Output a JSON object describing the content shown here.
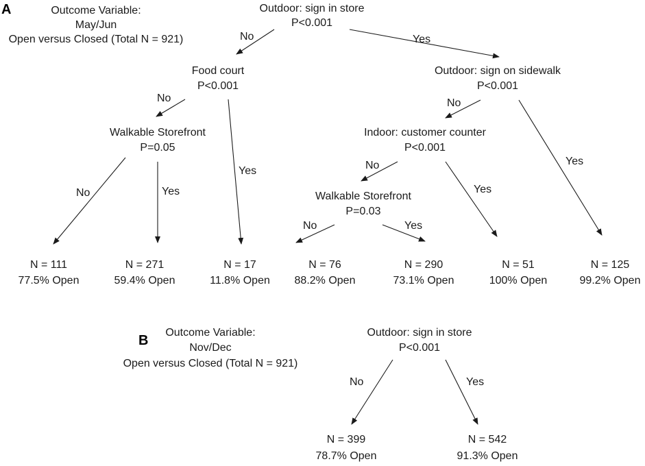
{
  "panel_a": {
    "letter": "A",
    "outcome": {
      "line1": "Outcome Variable:",
      "line2": "May/Jun",
      "line3": "Open versus Closed (Total N = 921)"
    },
    "nodes": {
      "root": {
        "name": "Outdoor: sign in store",
        "p": "P<0.001"
      },
      "food_court": {
        "name": "Food court",
        "p": "P<0.001"
      },
      "sign_sidewalk": {
        "name": "Outdoor: sign on sidewalk",
        "p": "P<0.001"
      },
      "walkable_1": {
        "name": "Walkable Storefront",
        "p": "P=0.05"
      },
      "customer_counter": {
        "name": "Indoor: customer counter",
        "p": "P<0.001"
      },
      "walkable_2": {
        "name": "Walkable Storefront",
        "p": "P=0.03"
      }
    },
    "edge_labels": {
      "root_no": "No",
      "root_yes": "Yes",
      "food_no": "No",
      "food_yes": "Yes",
      "sidewalk_no": "No",
      "sidewalk_yes": "Yes",
      "walk1_no": "No",
      "walk1_yes": "Yes",
      "counter_no": "No",
      "counter_yes": "Yes",
      "walk2_no": "No",
      "walk2_yes": "Yes"
    },
    "leaves": [
      {
        "n": "N = 111",
        "pct": "77.5% Open"
      },
      {
        "n": "N = 271",
        "pct": "59.4% Open"
      },
      {
        "n": "N = 17",
        "pct": "11.8% Open"
      },
      {
        "n": "N = 76",
        "pct": "88.2% Open"
      },
      {
        "n": "N = 290",
        "pct": "73.1% Open"
      },
      {
        "n": "N = 51",
        "pct": "100% Open"
      },
      {
        "n": "N = 125",
        "pct": "99.2% Open"
      }
    ]
  },
  "panel_b": {
    "letter": "B",
    "outcome": {
      "line1": "Outcome Variable:",
      "line2": "Nov/Dec",
      "line3": "Open versus Closed (Total N = 921)"
    },
    "root": {
      "name": "Outdoor: sign in store",
      "p": "P<0.001"
    },
    "edge_labels": {
      "no": "No",
      "yes": "Yes"
    },
    "leaves": [
      {
        "n": "N = 399",
        "pct": "78.7% Open"
      },
      {
        "n": "N = 542",
        "pct": "91.3% Open"
      }
    ]
  }
}
